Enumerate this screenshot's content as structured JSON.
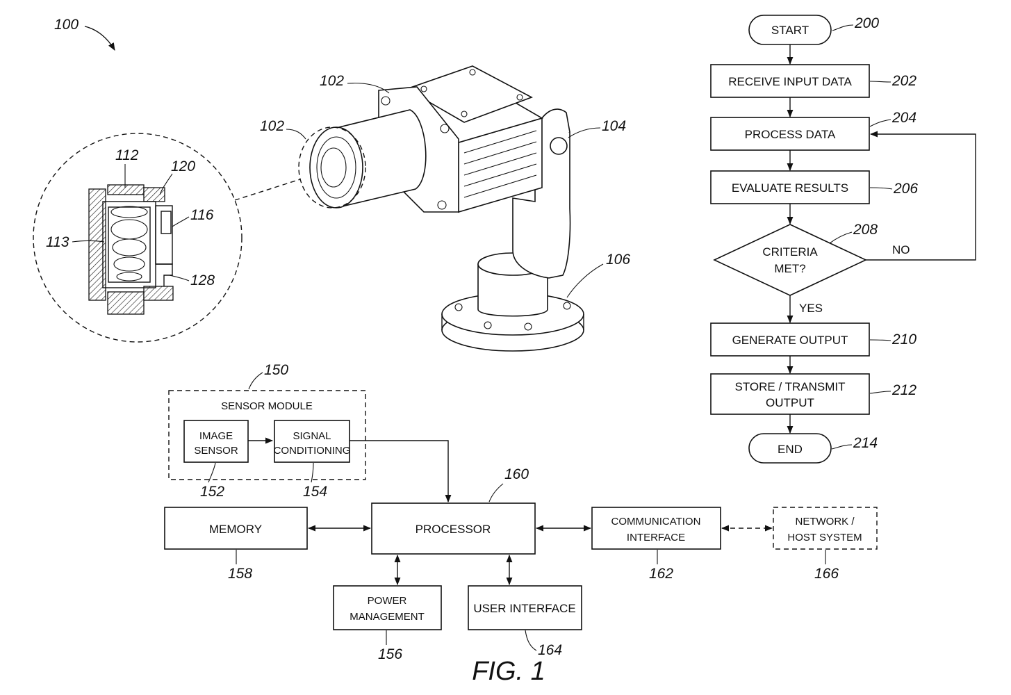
{
  "figure_label": "FIG. 1",
  "refs": {
    "system": "100",
    "camera_a": "102",
    "camera_b": "102",
    "mount": "104",
    "base": "106",
    "lens_top": "112",
    "lens_side": "113",
    "housing": "116",
    "ring": "120",
    "bottom": "128"
  },
  "flowchart": {
    "ref": "200",
    "start": "START",
    "end": "END",
    "end_ref": "214",
    "steps": [
      {
        "ref": "202",
        "lines": [
          "RECEIVE INPUT DATA"
        ]
      },
      {
        "ref": "204",
        "lines": [
          "PROCESS DATA"
        ]
      },
      {
        "ref": "206",
        "lines": [
          "EVALUATE RESULTS"
        ]
      },
      {
        "ref": "210",
        "lines": [
          "GENERATE OUTPUT"
        ]
      },
      {
        "ref": "212",
        "lines": [
          "STORE / TRANSMIT",
          "OUTPUT"
        ]
      }
    ],
    "decision": {
      "ref": "208",
      "line1": "CRITERIA",
      "line2": "MET?",
      "yes": "YES",
      "no": "NO"
    }
  },
  "block_diagram": {
    "sensor_module": {
      "ref": "150",
      "title": "SENSOR MODULE"
    },
    "image_sensor": {
      "ref": "152",
      "line1": "IMAGE",
      "line2": "SENSOR"
    },
    "signal_conditioning": {
      "ref": "154",
      "line1": "SIGNAL",
      "line2": "CONDITIONING"
    },
    "processor": {
      "ref": "160",
      "label": "PROCESSOR"
    },
    "memory": {
      "ref": "158",
      "label": "MEMORY"
    },
    "power_management": {
      "ref": "156",
      "line1": "POWER",
      "line2": "MANAGEMENT"
    },
    "user_interface": {
      "ref": "164",
      "label": "USER INTERFACE"
    },
    "communication_interface": {
      "ref": "162",
      "line1": "COMMUNICATION",
      "line2": "INTERFACE"
    },
    "network_host": {
      "ref": "166",
      "line1": "NETWORK /",
      "line2": "HOST SYSTEM"
    }
  }
}
